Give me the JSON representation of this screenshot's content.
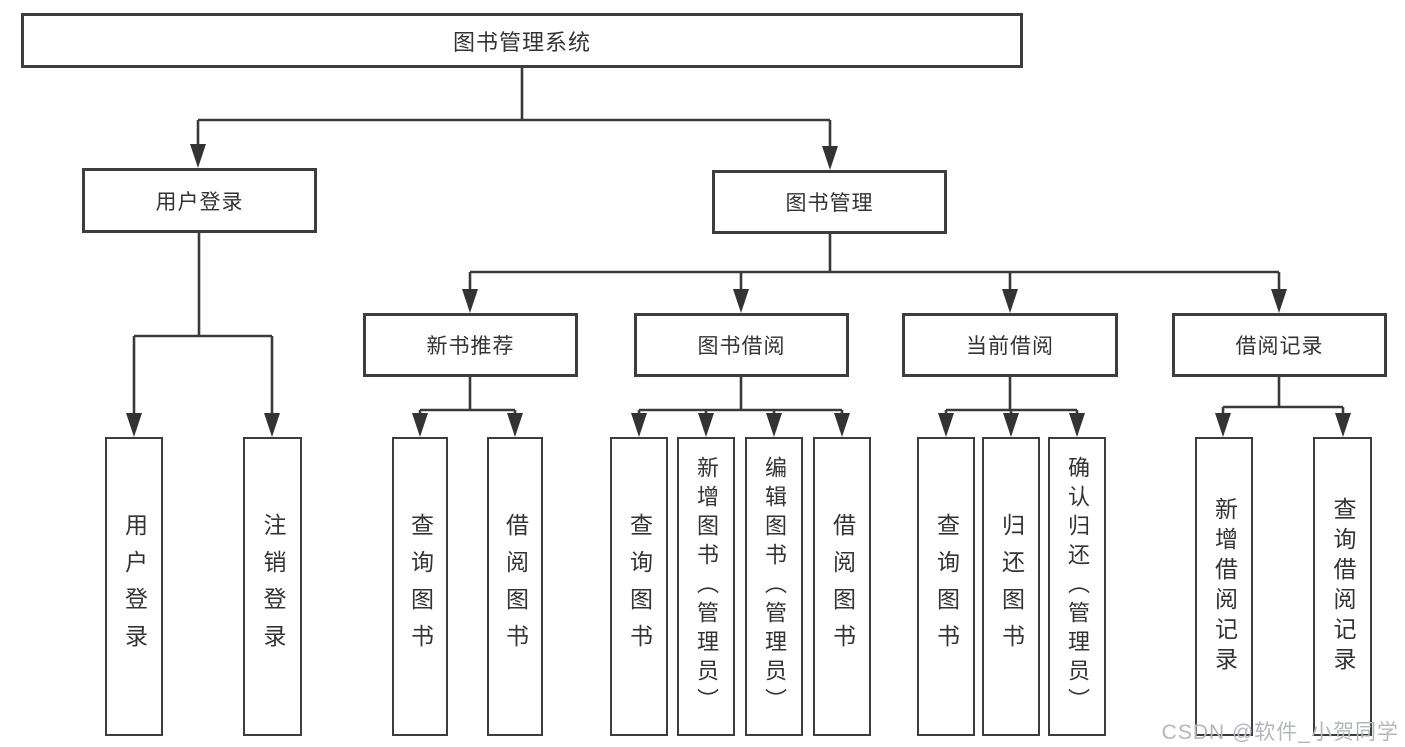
{
  "diagram": {
    "root": {
      "label": "图书管理系统"
    },
    "children": [
      {
        "label": "用户登录",
        "children": [
          {
            "label": "用户登录"
          },
          {
            "label": "注销登录"
          }
        ]
      },
      {
        "label": "图书管理",
        "children": [
          {
            "label": "新书推荐",
            "children": [
              {
                "label": "查询图书"
              },
              {
                "label": "借阅图书"
              }
            ]
          },
          {
            "label": "图书借阅",
            "children": [
              {
                "label": "查询图书"
              },
              {
                "label": "新增图书（管理员）"
              },
              {
                "label": "编辑图书（管理员）"
              },
              {
                "label": "借阅图书"
              }
            ]
          },
          {
            "label": "当前借阅",
            "children": [
              {
                "label": "查询图书"
              },
              {
                "label": "归还图书"
              },
              {
                "label": "确认归还（管理员）"
              }
            ]
          },
          {
            "label": "借阅记录",
            "children": [
              {
                "label": "新增借阅记录"
              },
              {
                "label": "查询借阅记录"
              }
            ]
          }
        ]
      }
    ]
  },
  "watermark": {
    "text": "CSDN @软件_小贺同学"
  },
  "colors": {
    "line": "#3a3a3a",
    "border": "#3d3d3d",
    "text": "#333333",
    "watermark": "#b3b7bd",
    "background": "#ffffff"
  }
}
